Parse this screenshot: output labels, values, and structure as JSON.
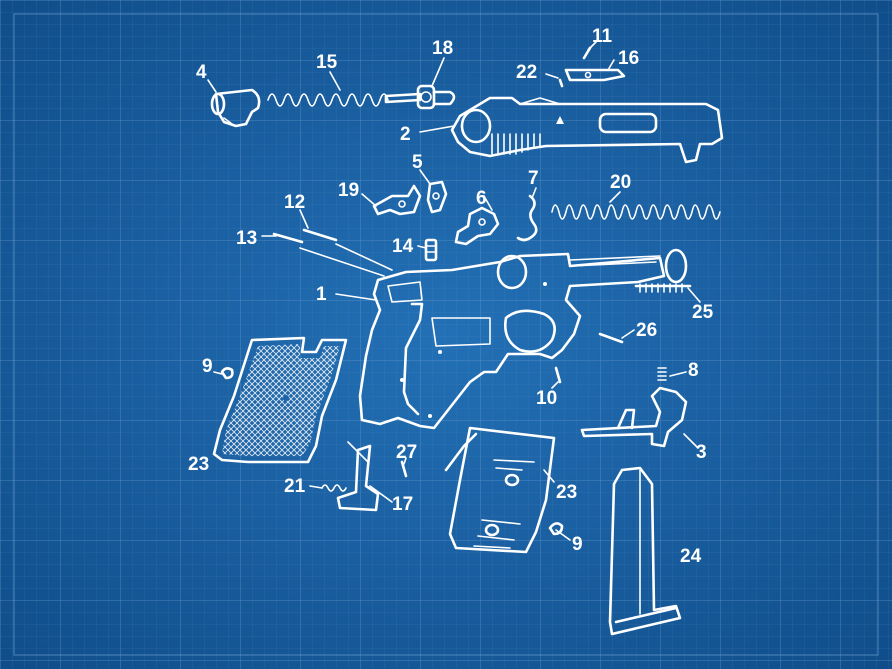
{
  "colors": {
    "background": "#1c64a7",
    "background_edge": "#0f4a86",
    "grid": "#5d93c8",
    "ink": "#ffffff"
  },
  "labels": {
    "l1": "1",
    "l2": "2",
    "l3": "3",
    "l4": "4",
    "l5": "5",
    "l6": "6",
    "l7": "7",
    "l8": "8",
    "l9a": "9",
    "l9b": "9",
    "l10": "10",
    "l11": "11",
    "l12": "12",
    "l13": "13",
    "l14": "14",
    "l15": "15",
    "l16": "16",
    "l17": "17",
    "l18": "18",
    "l19": "19",
    "l20": "20",
    "l21": "21",
    "l22": "22",
    "l23a": "23",
    "l23b": "23",
    "l24": "24",
    "l25": "25",
    "l26": "26",
    "l27": "27"
  }
}
